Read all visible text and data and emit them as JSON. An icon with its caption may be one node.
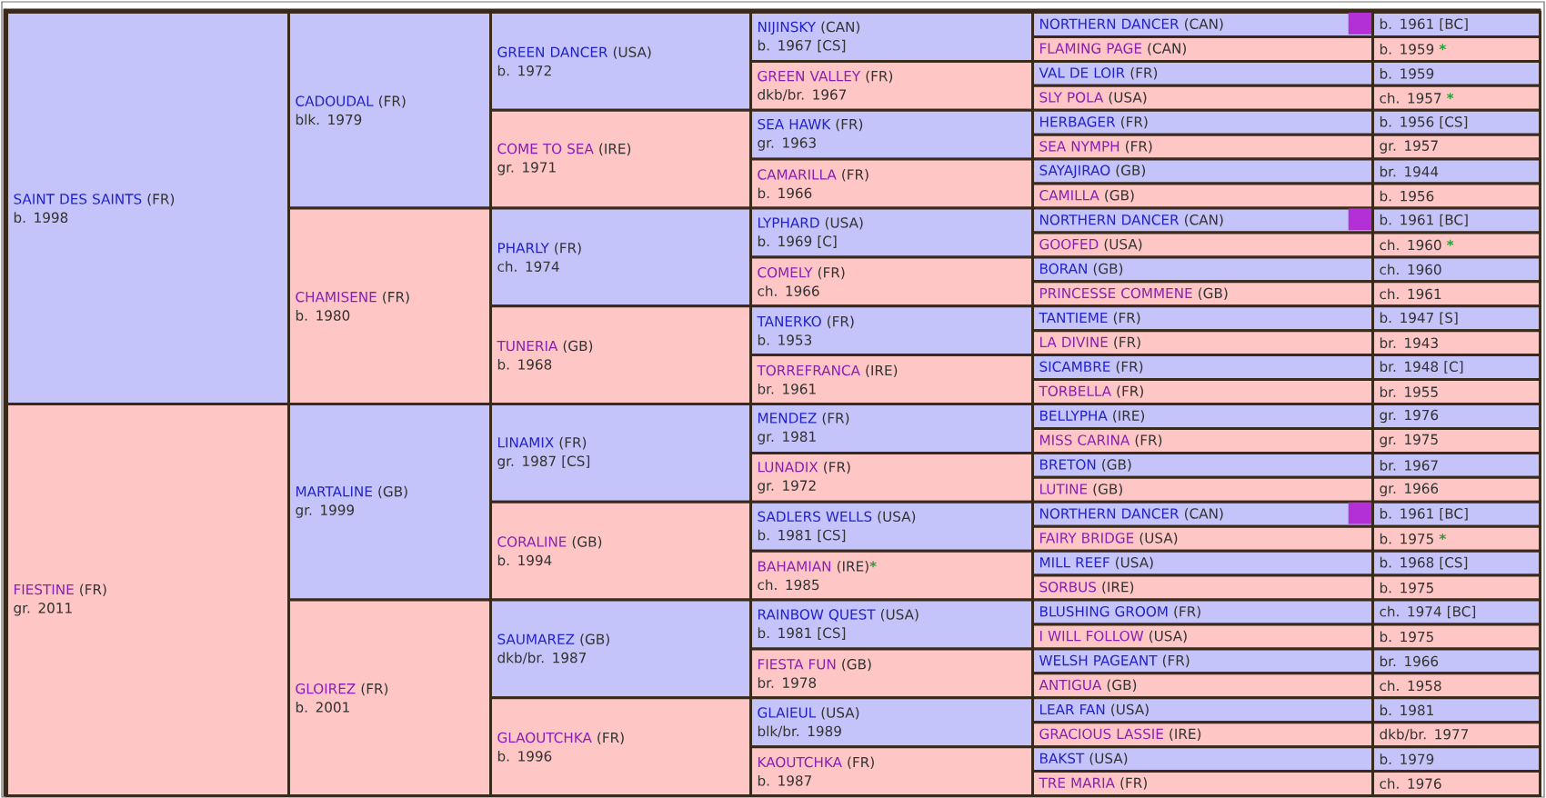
{
  "diagram": {
    "nodes": [
      {
        "text": [
          "SAINT DES SAINTS",
          "(FR)",
          "b. 1998"
        ]
      },
      {
        "text": [
          "CADOUDAL",
          "(FR)",
          "blk. 1979"
        ]
      },
      {
        "text": [
          "GREEN DANCER",
          "(USA)",
          "b. 1972"
        ]
      },
      {
        "text": [
          "NIJINSKY",
          "(CAN)",
          "b. 1967 [CS]"
        ]
      },
      {
        "text": [
          "NORTHERN DANCER",
          "(CAN)"
        ]
      },
      {
        "text": [],
        "shape": "box",
        "in": 4
      },
      {
        "text": [
          "b. 1961 [BC]"
        ]
      },
      {
        "text": [
          "FLAMING PAGE",
          "(CAN)"
        ]
      },
      {
        "text": [
          "b. 1959",
          "*"
        ]
      },
      {
        "text": [
          "GREEN VALLEY",
          "(FR)",
          "dkb/br. 1967"
        ]
      },
      {
        "text": [
          "VAL DE LOIR",
          "(FR)"
        ]
      },
      {
        "text": [
          "b. 1959"
        ]
      },
      {
        "text": [
          "SLY POLA",
          "(USA)"
        ]
      },
      {
        "text": [
          "ch. 1957",
          "*"
        ]
      },
      {
        "text": [
          "COME TO SEA",
          "(IRE)",
          "gr. 1971"
        ]
      },
      {
        "text": [
          "SEA HAWK",
          "(FR)",
          "gr. 1963"
        ]
      },
      {
        "text": [
          "HERBAGER",
          "(FR)"
        ]
      },
      {
        "text": [
          "b. 1956 [CS]"
        ]
      },
      {
        "text": [
          "SEA NYMPH",
          "(FR)"
        ]
      },
      {
        "text": [
          "gr. 1957"
        ]
      },
      {
        "text": [
          "CAMARILLA",
          "(FR)",
          "b. 1966"
        ]
      },
      {
        "text": [
          "SAYAJIRAO",
          "(GB)"
        ]
      },
      {
        "text": [
          "br. 1944"
        ]
      },
      {
        "text": [
          "CAMILLA",
          "(GB)"
        ]
      },
      {
        "text": [
          "b. 1956"
        ]
      },
      {
        "text": [
          "CHAMISENE",
          "(FR)",
          "b. 1980"
        ]
      },
      {
        "text": [
          "PHARLY",
          "(FR)",
          "ch. 1974"
        ]
      },
      {
        "text": [
          "LYPHARD",
          "(USA)",
          "b. 1969 [C]"
        ]
      },
      {
        "text": [
          "NORTHERN DANCER",
          "(CAN)"
        ]
      },
      {
        "text": [],
        "shape": "box",
        "in": 28
      },
      {
        "text": [
          "b. 1961 [BC]"
        ]
      },
      {
        "text": [
          "GOOFED",
          "(USA)"
        ]
      },
      {
        "text": [
          "ch. 1960",
          "*"
        ]
      },
      {
        "text": [
          "COMELY",
          "(FR)",
          "ch. 1966"
        ]
      },
      {
        "text": [
          "BORAN",
          "(GB)"
        ]
      },
      {
        "text": [
          "ch. 1960"
        ]
      },
      {
        "text": [
          "PRINCESSE COMMENE",
          "(GB)"
        ]
      },
      {
        "text": [
          "ch. 1961"
        ]
      },
      {
        "text": [
          "TUNERIA",
          "(GB)",
          "b. 1968"
        ]
      },
      {
        "text": [
          "TANERKO",
          "(FR)",
          "b. 1953"
        ]
      },
      {
        "text": [
          "TANTIEME",
          "(FR)"
        ]
      },
      {
        "text": [
          "b. 1947 [S]"
        ]
      },
      {
        "text": [
          "LA DIVINE",
          "(FR)"
        ]
      },
      {
        "text": [
          "br. 1943"
        ]
      },
      {
        "text": [
          "TORREFRANCA",
          "(IRE)",
          "br. 1961"
        ]
      },
      {
        "text": [
          "SICAMBRE",
          "(FR)"
        ]
      },
      {
        "text": [
          "br. 1948 [C]"
        ]
      },
      {
        "text": [
          "TORBELLA",
          "(FR)"
        ]
      },
      {
        "text": [
          "br. 1955"
        ]
      },
      {
        "text": [
          "FIESTINE",
          "(FR)",
          "gr. 2011"
        ]
      },
      {
        "text": [
          "MARTALINE",
          "(GB)",
          "gr. 1999"
        ]
      },
      {
        "text": [
          "LINAMIX",
          "(FR)",
          "gr. 1987 [CS]"
        ]
      },
      {
        "text": [
          "MENDEZ",
          "(FR)",
          "gr. 1981"
        ]
      },
      {
        "text": [
          "BELLYPHA",
          "(IRE)"
        ]
      },
      {
        "text": [
          "gr. 1976"
        ]
      },
      {
        "text": [
          "MISS CARINA",
          "(FR)"
        ]
      },
      {
        "text": [
          "gr. 1975"
        ]
      },
      {
        "text": [
          "LUNADIX",
          "(FR)",
          "gr. 1972"
        ]
      },
      {
        "text": [
          "BRETON",
          "(GB)"
        ]
      },
      {
        "text": [
          "br. 1967"
        ]
      },
      {
        "text": [
          "LUTINE",
          "(GB)"
        ]
      },
      {
        "text": [
          "gr. 1966"
        ]
      },
      {
        "text": [
          "CORALINE",
          "(GB)",
          "b. 1994"
        ]
      },
      {
        "text": [
          "SADLERS WELLS",
          "(USA)",
          "b. 1981 [CS]"
        ]
      },
      {
        "text": [
          "NORTHERN DANCER",
          "(CAN)"
        ]
      },
      {
        "text": [],
        "shape": "box",
        "in": 64
      },
      {
        "text": [
          "b. 1961 [BC]"
        ]
      },
      {
        "text": [
          "FAIRY BRIDGE",
          "(USA)"
        ]
      },
      {
        "text": [
          "b. 1975",
          "*"
        ]
      },
      {
        "text": [
          "BAHAMIAN",
          "(IRE)",
          "*",
          "ch. 1985"
        ]
      },
      {
        "text": [
          "MILL REEF",
          "(USA)"
        ]
      },
      {
        "text": [
          "b. 1968 [CS]"
        ]
      },
      {
        "text": [
          "SORBUS",
          "(IRE)"
        ]
      },
      {
        "text": [
          "b. 1975"
        ]
      },
      {
        "text": [
          "GLOIREZ",
          "(FR)",
          "b. 2001"
        ]
      },
      {
        "text": [
          "SAUMAREZ",
          "(GB)",
          "dkb/br. 1987"
        ]
      },
      {
        "text": [
          "RAINBOW QUEST",
          "(USA)",
          "b. 1981 [CS]"
        ]
      },
      {
        "text": [
          "BLUSHING GROOM",
          "(FR)"
        ]
      },
      {
        "text": [
          "ch. 1974 [BC]"
        ]
      },
      {
        "text": [
          "I WILL FOLLOW",
          "(USA)"
        ]
      },
      {
        "text": [
          "b. 1975"
        ]
      },
      {
        "text": [
          "FIESTA FUN",
          "(GB)",
          "br. 1978"
        ]
      },
      {
        "text": [
          "WELSH PAGEANT",
          "(FR)"
        ]
      },
      {
        "text": [
          "br. 1966"
        ]
      },
      {
        "text": [
          "ANTIGUA",
          "(GB)"
        ]
      },
      {
        "text": [
          "ch. 1958"
        ]
      },
      {
        "text": [
          "GLAOUTCHKA",
          "(FR)",
          "b. 1996"
        ]
      },
      {
        "text": [
          "GLAIEUL",
          "(USA)",
          "blk/br. 1989"
        ]
      },
      {
        "text": [
          "LEAR FAN",
          "(USA)"
        ]
      },
      {
        "text": [
          "b. 1981"
        ]
      },
      {
        "text": [
          "GRACIOUS LASSIE",
          "(IRE)"
        ]
      },
      {
        "text": [
          "dkb/br. 1977"
        ]
      },
      {
        "text": [
          "KAOUTCHKA",
          "(FR)",
          "b. 1987"
        ]
      },
      {
        "text": [
          "BAKST",
          "(USA)"
        ]
      },
      {
        "text": [
          "b. 1979"
        ]
      },
      {
        "text": [
          "TRE MARIA",
          "(FR)"
        ]
      },
      {
        "text": [
          "ch. 1976"
        ]
      }
    ]
  }
}
